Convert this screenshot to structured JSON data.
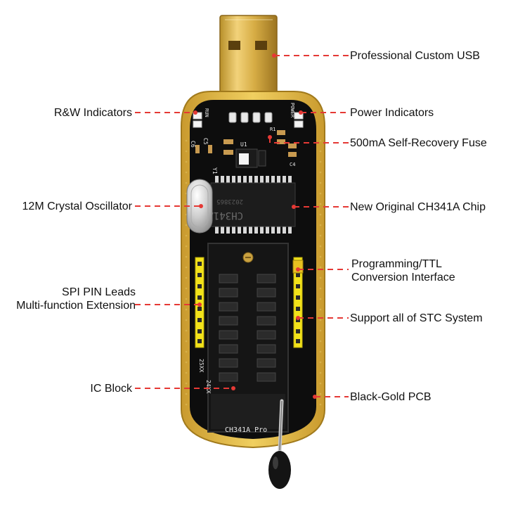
{
  "callouts": {
    "usb": "Professional Custom USB",
    "rw": "R&W Indicators",
    "power": "Power Indicators",
    "fuse": "500mA Self-Recovery Fuse",
    "crystal": "12M Crystal Oscillator",
    "chip": "New Original CH341A Chip",
    "prog_line1": "Programming/TTL",
    "prog_line2": "Conversion Interface",
    "spi_line1": "SPI PIN Leads",
    "spi_line2": "Multi-function Extension",
    "stc": "Support all of STC System",
    "ic": "IC Block",
    "pcb": "Black-Gold PCB"
  },
  "board": {
    "silk_run": "RUN",
    "silk_power": "POWER",
    "silk_c6": "C6",
    "silk_c5": "C5",
    "silk_y1": "Y1",
    "silk_u1": "U1",
    "silk_r1": "R1",
    "silk_c4": "C4",
    "chip_text": "CH341A",
    "chip_code": "2023865",
    "socket_25": "25XX",
    "socket_24": "24XX",
    "model": "CH341A Pro"
  },
  "colors": {
    "leader": "#e53935",
    "gold": "#e8c24a",
    "pcb_black": "#0d0d0d",
    "header_yellow": "#f2e21a"
  }
}
